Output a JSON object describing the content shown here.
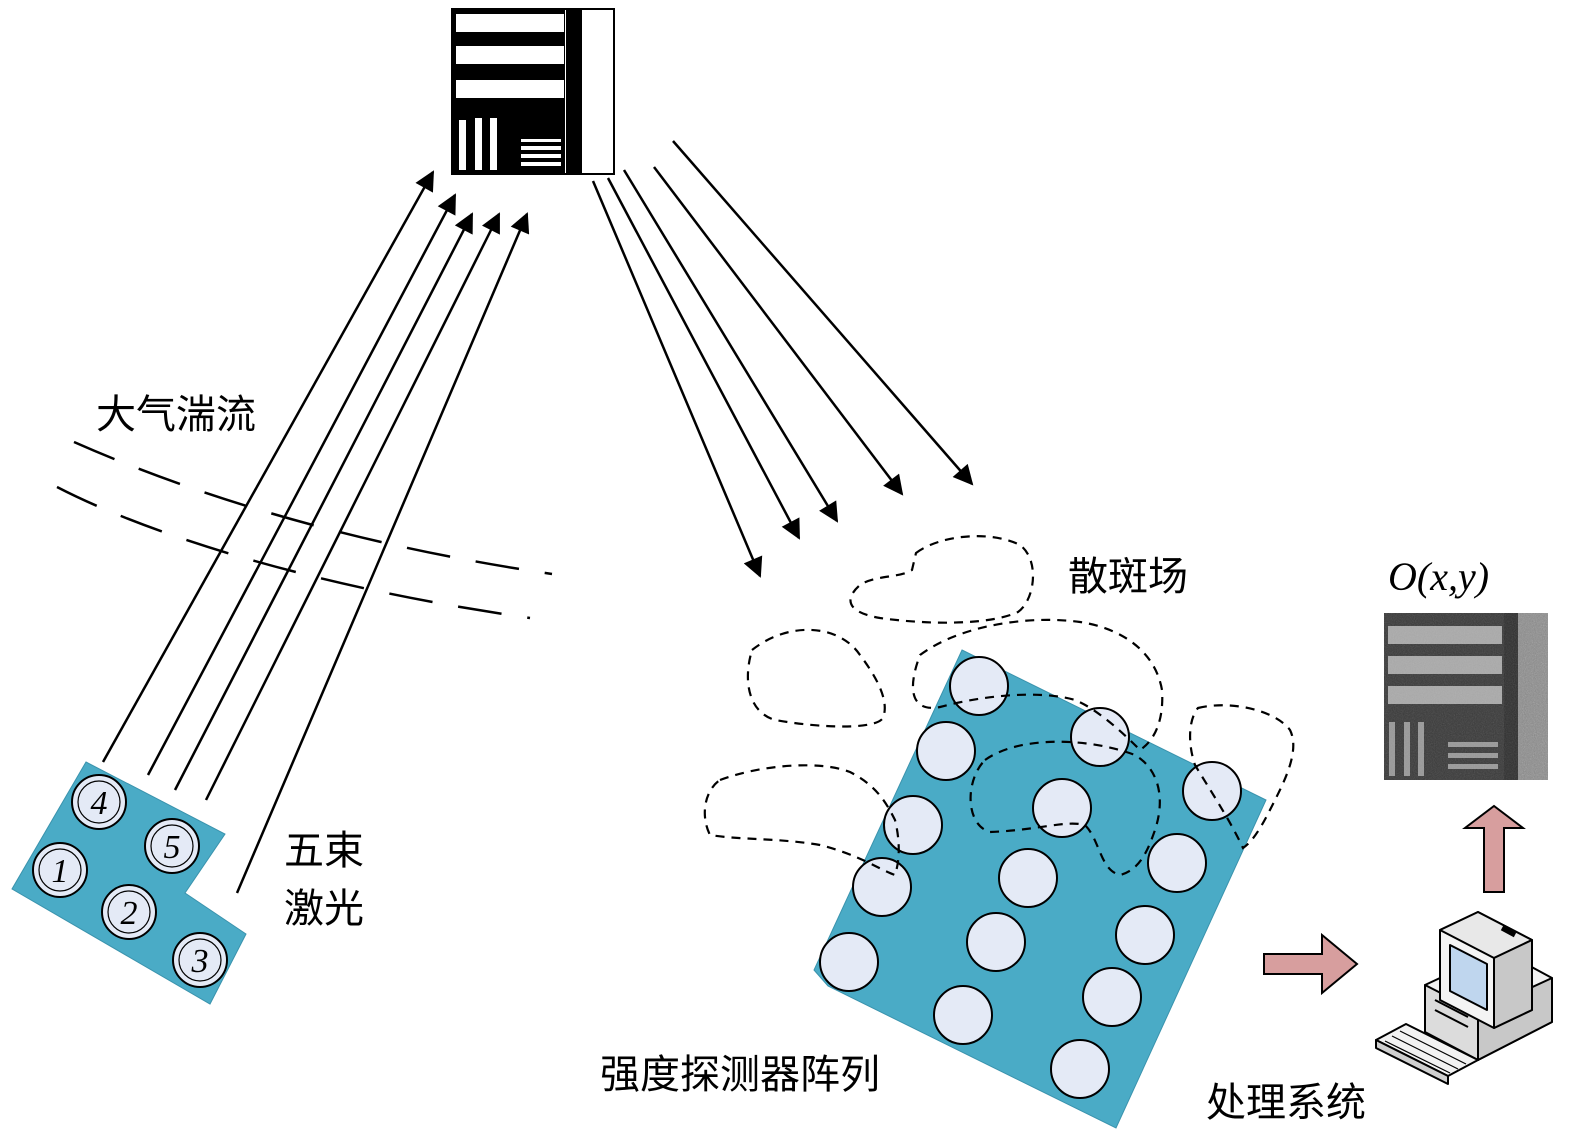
{
  "labels": {
    "turbulence": "大气湍流",
    "five_beams_line1": "五束",
    "five_beams_line2": "激光",
    "speckle_field": "散斑场",
    "detector_array": "强度探测器阵列",
    "processing_system": "处理系统",
    "result_label": "O(x,y)"
  },
  "laser_emitters": [
    "4",
    "5",
    "1",
    "2",
    "3"
  ],
  "colors": {
    "panel": "#4aabc6",
    "detector_fill": "#e4eaf6",
    "flow_arrow": "#d79e9e",
    "line": "#000000"
  },
  "icons": {
    "computer": "computer-icon",
    "target": "resolution-target-icon",
    "reconstruction": "reconstructed-image"
  }
}
